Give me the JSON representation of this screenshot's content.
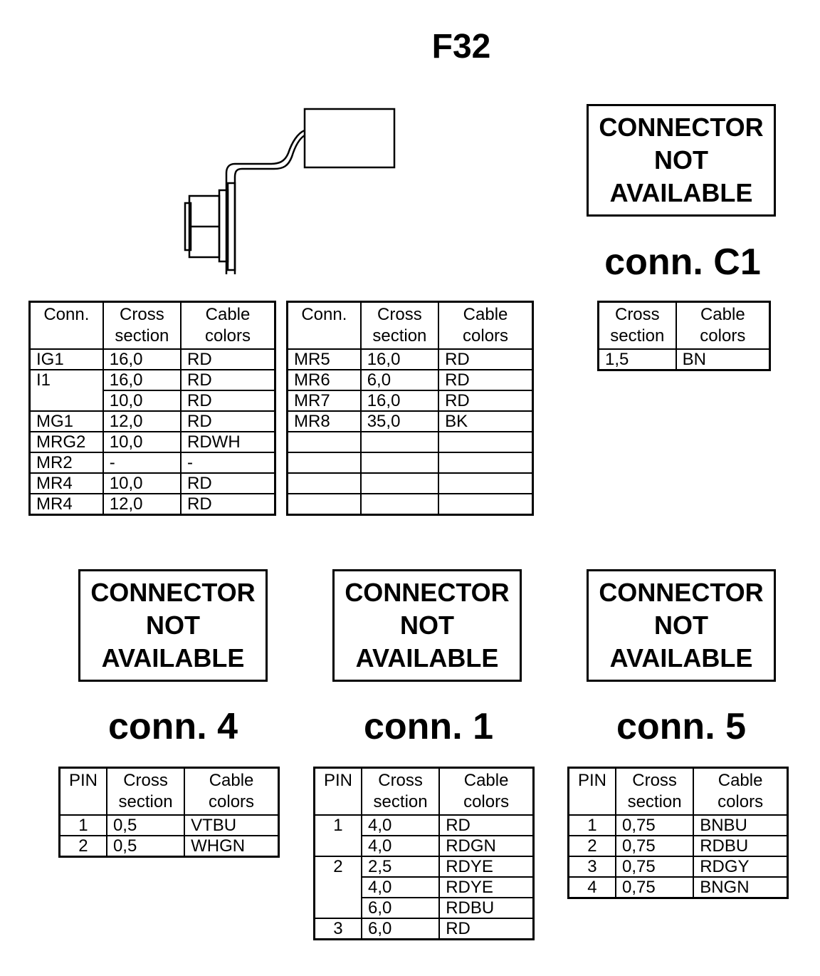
{
  "title": "F32",
  "not_available": [
    "CONNECTOR",
    "NOT",
    "AVAILABLE"
  ],
  "conn_labels": {
    "c1": "conn. C1",
    "c4": "conn. 4",
    "c1b": "conn. 1",
    "c5": "conn. 5"
  },
  "headers": {
    "conn": "Conn.",
    "cross": [
      "Cross",
      "section"
    ],
    "cable": [
      "Cable",
      "colors"
    ],
    "pin": "PIN"
  },
  "table_a": [
    {
      "conn": "IG1",
      "cross": "16,0",
      "color": "RD"
    },
    {
      "conn": "I1",
      "cross": "16,0",
      "color": "RD"
    },
    {
      "conn": "",
      "cross": "10,0",
      "color": "RD"
    },
    {
      "conn": "MG1",
      "cross": "12,0",
      "color": "RD"
    },
    {
      "conn": "MRG2",
      "cross": "10,0",
      "color": "RDWH"
    },
    {
      "conn": "MR2",
      "cross": "-",
      "color": "-"
    },
    {
      "conn": "MR4",
      "cross": "10,0",
      "color": "RD"
    },
    {
      "conn": "MR4",
      "cross": "12,0",
      "color": "RD"
    }
  ],
  "table_b": [
    {
      "conn": "MR5",
      "cross": "16,0",
      "color": "RD"
    },
    {
      "conn": "MR6",
      "cross": "6,0",
      "color": "RD"
    },
    {
      "conn": "MR7",
      "cross": "16,0",
      "color": "RD"
    },
    {
      "conn": "MR8",
      "cross": "35,0",
      "color": "BK"
    }
  ],
  "table_c1": [
    {
      "cross": "1,5",
      "color": "BN"
    }
  ],
  "table_c4": [
    {
      "pin": "1",
      "cross": "0,5",
      "color": "VTBU"
    },
    {
      "pin": "2",
      "cross": "0,5",
      "color": "WHGN"
    }
  ],
  "table_c1b": [
    {
      "pin": "1",
      "cross": "4,0",
      "color": "RD"
    },
    {
      "pin": "",
      "cross": "4,0",
      "color": "RDGN"
    },
    {
      "pin": "2",
      "cross": "2,5",
      "color": "RDYE"
    },
    {
      "pin": "",
      "cross": "4,0",
      "color": "RDYE"
    },
    {
      "pin": "",
      "cross": "6,0",
      "color": "RDBU"
    },
    {
      "pin": "3",
      "cross": "6,0",
      "color": "RD"
    }
  ],
  "table_c5": [
    {
      "pin": "1",
      "cross": "0,75",
      "color": "BNBU"
    },
    {
      "pin": "2",
      "cross": "0,75",
      "color": "RDBU"
    },
    {
      "pin": "3",
      "cross": "0,75",
      "color": "RDGY"
    },
    {
      "pin": "4",
      "cross": "0,75",
      "color": "BNGN"
    }
  ]
}
